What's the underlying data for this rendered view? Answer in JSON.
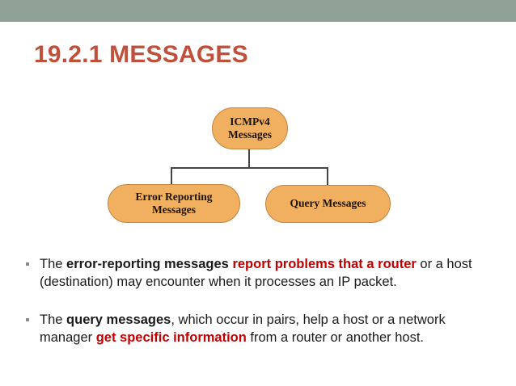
{
  "theme": {
    "header_bar_color": "#90a298",
    "title_color": "#c0503c",
    "node_fill": "#f0b060",
    "node_border": "#c4833f",
    "connector_color": "#454545",
    "emphasis_red": "#c00000",
    "body_text_color": "#1a1a1a",
    "background": "#ffffff"
  },
  "slide": {
    "title": "19.2.1 MESSAGES"
  },
  "diagram": {
    "type": "hierarchy",
    "root": {
      "line1": "ICMPv4",
      "line2": "Messages"
    },
    "children": [
      {
        "line1": "Error Reporting",
        "line2": "Messages"
      },
      {
        "line1": "Query Messages",
        "line2": ""
      }
    ]
  },
  "bullets": [
    {
      "seg1": "The ",
      "seg2": "error-reporting messages",
      "seg3": " ",
      "seg4": "report problems that a router",
      "seg5": " or a host (destination) may encounter when it processes an IP packet."
    },
    {
      "seg1": "The ",
      "seg2": "query messages",
      "seg3": ", which occur in pairs, help a host or a network manager ",
      "seg4": "get specific information",
      "seg5": " from a router or another host."
    }
  ]
}
